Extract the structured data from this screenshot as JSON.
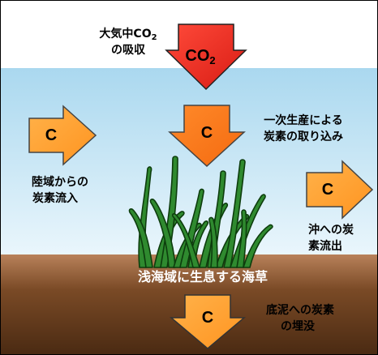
{
  "diagram": {
    "colors": {
      "sky": "#ffffff",
      "water_top": "#aad8ef",
      "water_bottom": "#eaf6fc",
      "sediment_top": "#b8815a",
      "sediment_bottom": "#4a2a12",
      "arrow_red": "#e8261e",
      "arrow_orange_light": "#ffa238",
      "arrow_orange_deep": "#ff7a1a",
      "seagrass_fill": "#2f8a2f",
      "seagrass_stroke": "#0d3d0d"
    },
    "labels": {
      "atmosphere_line1": "大気中CO",
      "atmosphere_sub": "2",
      "atmosphere_line2": "の吸収",
      "primary_line1": "一次生産による",
      "primary_line2": "炭素の取り込み",
      "land_line1": "陸域からの",
      "land_line2": "炭素流入",
      "offshore_line1": "沖への炭",
      "offshore_line2": "素流出",
      "burial_line1": "底泥への炭素",
      "burial_line2": "の埋没",
      "seagrass_caption": "浅海域に生息する海草"
    },
    "arrows": {
      "co2_main": "CO",
      "co2_sub": "2",
      "primary": "C",
      "land": "C",
      "offshore": "C",
      "burial": "C"
    }
  }
}
